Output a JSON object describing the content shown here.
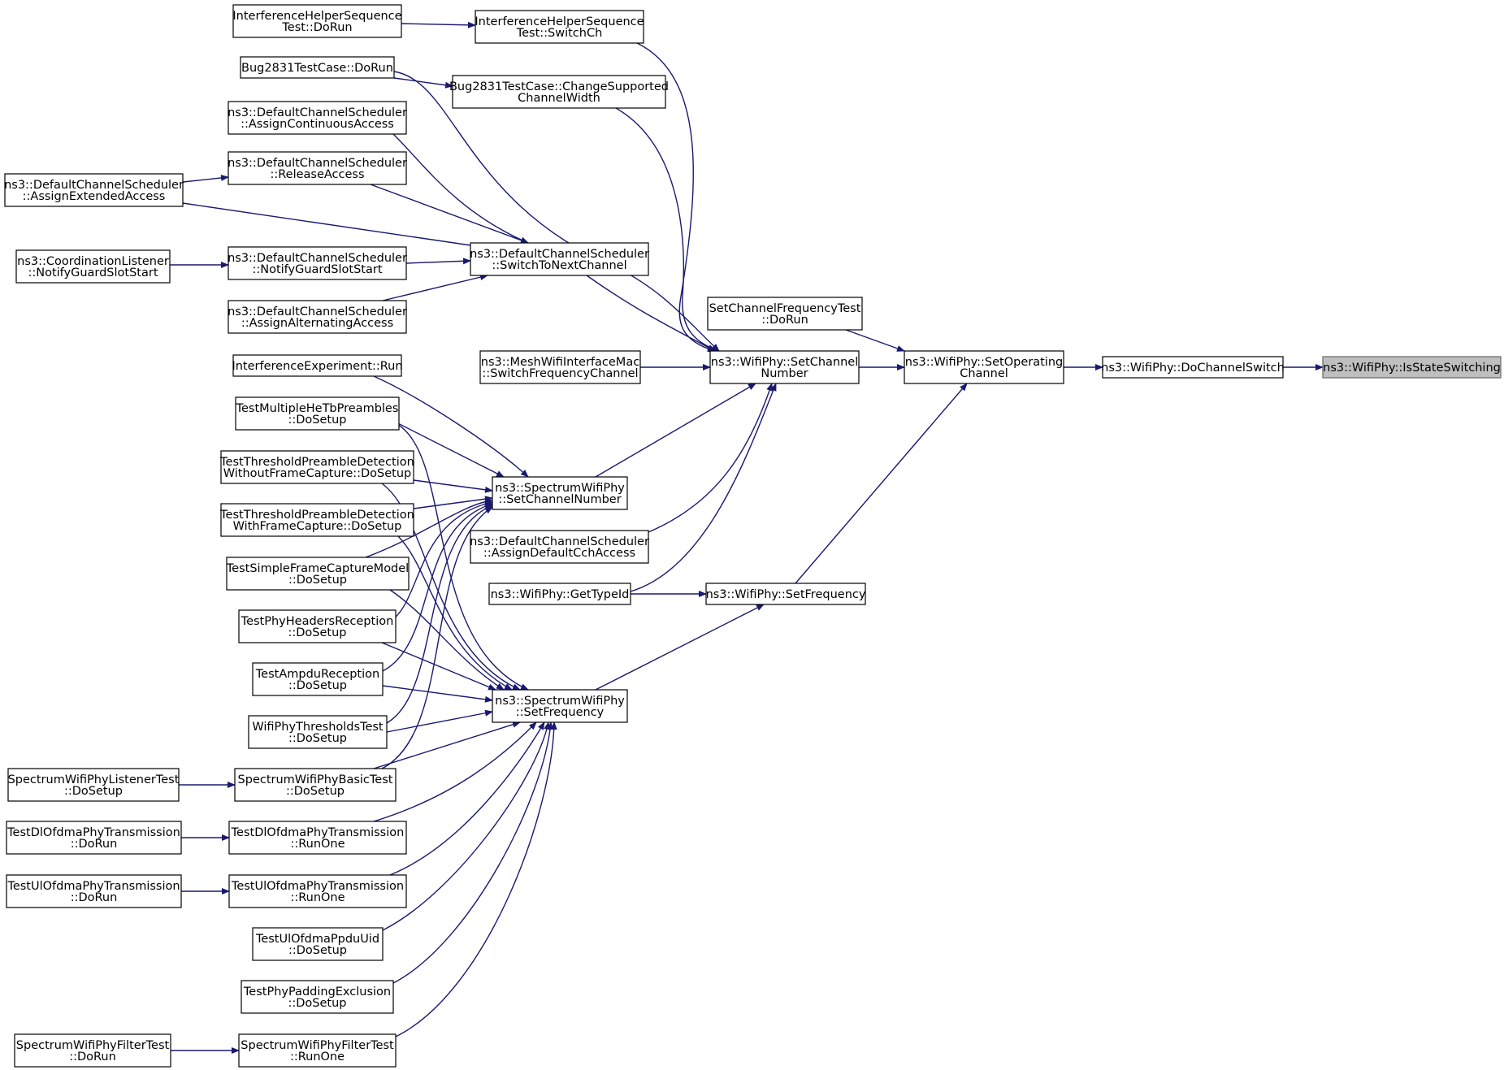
{
  "diagram": {
    "nodes": [
      {
        "id": "is_state_switching",
        "lines": [
          "ns3::WifiPhy::IsStateSwitching"
        ],
        "highlight": true
      },
      {
        "id": "do_channel_switch",
        "lines": [
          "ns3::WifiPhy::DoChannelSwitch"
        ]
      },
      {
        "id": "set_operating_channel",
        "lines": [
          "ns3::WifiPhy::SetOperating",
          "Channel"
        ]
      },
      {
        "id": "set_channel_frequency_test_dorun",
        "lines": [
          "SetChannelFrequencyTest",
          "::DoRun"
        ]
      },
      {
        "id": "wifiphy_set_channel_number",
        "lines": [
          "ns3::WifiPhy::SetChannel",
          "Number"
        ]
      },
      {
        "id": "wifiphy_set_frequency",
        "lines": [
          "ns3::WifiPhy::SetFrequency"
        ]
      },
      {
        "id": "interference_helper_sequence_switchch",
        "lines": [
          "InterferenceHelperSequence",
          "Test::SwitchCh"
        ]
      },
      {
        "id": "interference_helper_sequence_dorun",
        "lines": [
          "InterferenceHelperSequence",
          "Test::DoRun"
        ]
      },
      {
        "id": "bug2831_change_supported",
        "lines": [
          "Bug2831TestCase::ChangeSupported",
          "ChannelWidth"
        ]
      },
      {
        "id": "bug2831_dorun",
        "lines": [
          "Bug2831TestCase::DoRun"
        ]
      },
      {
        "id": "switch_to_next_channel",
        "lines": [
          "ns3::DefaultChannelScheduler",
          "::SwitchToNextChannel"
        ]
      },
      {
        "id": "assign_continuous_access",
        "lines": [
          "ns3::DefaultChannelScheduler",
          "::AssignContinuousAccess"
        ]
      },
      {
        "id": "release_access",
        "lines": [
          "ns3::DefaultChannelScheduler",
          "::ReleaseAccess"
        ]
      },
      {
        "id": "assign_extended_access",
        "lines": [
          "ns3::DefaultChannelScheduler",
          "::AssignExtendedAccess"
        ]
      },
      {
        "id": "notify_guard_slot_start",
        "lines": [
          "ns3::DefaultChannelScheduler",
          "::NotifyGuardSlotStart"
        ]
      },
      {
        "id": "coordination_listener_notify",
        "lines": [
          "ns3::CoordinationListener",
          "::NotifyGuardSlotStart"
        ]
      },
      {
        "id": "assign_alternating_access",
        "lines": [
          "ns3::DefaultChannelScheduler",
          "::AssignAlternatingAccess"
        ]
      },
      {
        "id": "mesh_switch_frequency_channel",
        "lines": [
          "ns3::MeshWifiInterfaceMac",
          "::SwitchFrequencyChannel"
        ]
      },
      {
        "id": "spectrum_set_channel_number",
        "lines": [
          "ns3::SpectrumWifiPhy",
          "::SetChannelNumber"
        ]
      },
      {
        "id": "assign_default_cch_access",
        "lines": [
          "ns3::DefaultChannelScheduler",
          "::AssignDefaultCchAccess"
        ]
      },
      {
        "id": "wifiphy_get_type_id",
        "lines": [
          "ns3::WifiPhy::GetTypeId"
        ]
      },
      {
        "id": "spectrum_set_frequency",
        "lines": [
          "ns3::SpectrumWifiPhy",
          "::SetFrequency"
        ]
      },
      {
        "id": "interference_experiment_run",
        "lines": [
          "InterferenceExperiment::Run"
        ]
      },
      {
        "id": "test_multiple_hetb_preambles",
        "lines": [
          "TestMultipleHeTbPreambles",
          "::DoSetup"
        ]
      },
      {
        "id": "test_threshold_without_fc",
        "lines": [
          "TestThresholdPreambleDetection",
          "WithoutFrameCapture::DoSetup"
        ]
      },
      {
        "id": "test_threshold_with_fc",
        "lines": [
          "TestThresholdPreambleDetection",
          "WithFrameCapture::DoSetup"
        ]
      },
      {
        "id": "test_simple_frame_capture",
        "lines": [
          "TestSimpleFrameCaptureModel",
          "::DoSetup"
        ]
      },
      {
        "id": "test_phy_headers_reception",
        "lines": [
          "TestPhyHeadersReception",
          "::DoSetup"
        ]
      },
      {
        "id": "test_ampdu_reception",
        "lines": [
          "TestAmpduReception",
          "::DoSetup"
        ]
      },
      {
        "id": "wifi_phy_thresholds_test",
        "lines": [
          "WifiPhyThresholdsTest",
          "::DoSetup"
        ]
      },
      {
        "id": "spectrum_basic_test",
        "lines": [
          "SpectrumWifiPhyBasicTest",
          "::DoSetup"
        ]
      },
      {
        "id": "spectrum_listener_test",
        "lines": [
          "SpectrumWifiPhyListenerTest",
          "::DoSetup"
        ]
      },
      {
        "id": "test_dl_ofdma_runone",
        "lines": [
          "TestDlOfdmaPhyTransmission",
          "::RunOne"
        ]
      },
      {
        "id": "test_dl_ofdma_dorun",
        "lines": [
          "TestDlOfdmaPhyTransmission",
          "::DoRun"
        ]
      },
      {
        "id": "test_ul_ofdma_runone",
        "lines": [
          "TestUlOfdmaPhyTransmission",
          "::RunOne"
        ]
      },
      {
        "id": "test_ul_ofdma_dorun",
        "lines": [
          "TestUlOfdmaPhyTransmission",
          "::DoRun"
        ]
      },
      {
        "id": "test_ul_ofdma_ppdu_uid",
        "lines": [
          "TestUlOfdmaPpduUid",
          "::DoSetup"
        ]
      },
      {
        "id": "test_phy_padding_exclusion",
        "lines": [
          "TestPhyPaddingExclusion",
          "::DoSetup"
        ]
      },
      {
        "id": "spectrum_filter_test_runone",
        "lines": [
          "SpectrumWifiPhyFilterTest",
          "::RunOne"
        ]
      },
      {
        "id": "spectrum_filter_test_dorun",
        "lines": [
          "SpectrumWifiPhyFilterTest",
          "::DoRun"
        ]
      }
    ]
  }
}
